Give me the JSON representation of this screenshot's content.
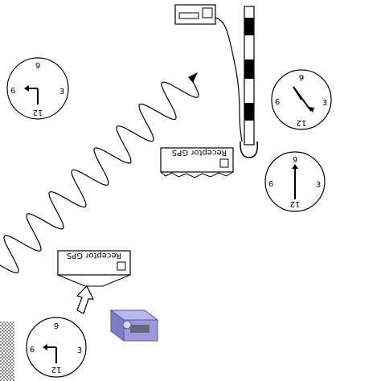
{
  "receivers": [
    {
      "label": "Receptor GPS"
    },
    {
      "label": "Receptor GPS"
    }
  ],
  "clocks": [
    {
      "top": "6",
      "left": "9",
      "right": "3",
      "bottom": "12"
    },
    {
      "top": "6",
      "left": "9",
      "right": "3",
      "bottom": "12"
    },
    {
      "top": "6",
      "left": "9",
      "right": "3",
      "bottom": "12"
    },
    {
      "top": "6",
      "left": "9",
      "right": "3",
      "bottom": "12"
    }
  ],
  "colors": {
    "stroke": "#000000",
    "background": "#ffffff",
    "antenna_block": "#9a9ad8",
    "hatch": "#8a8a8a"
  }
}
